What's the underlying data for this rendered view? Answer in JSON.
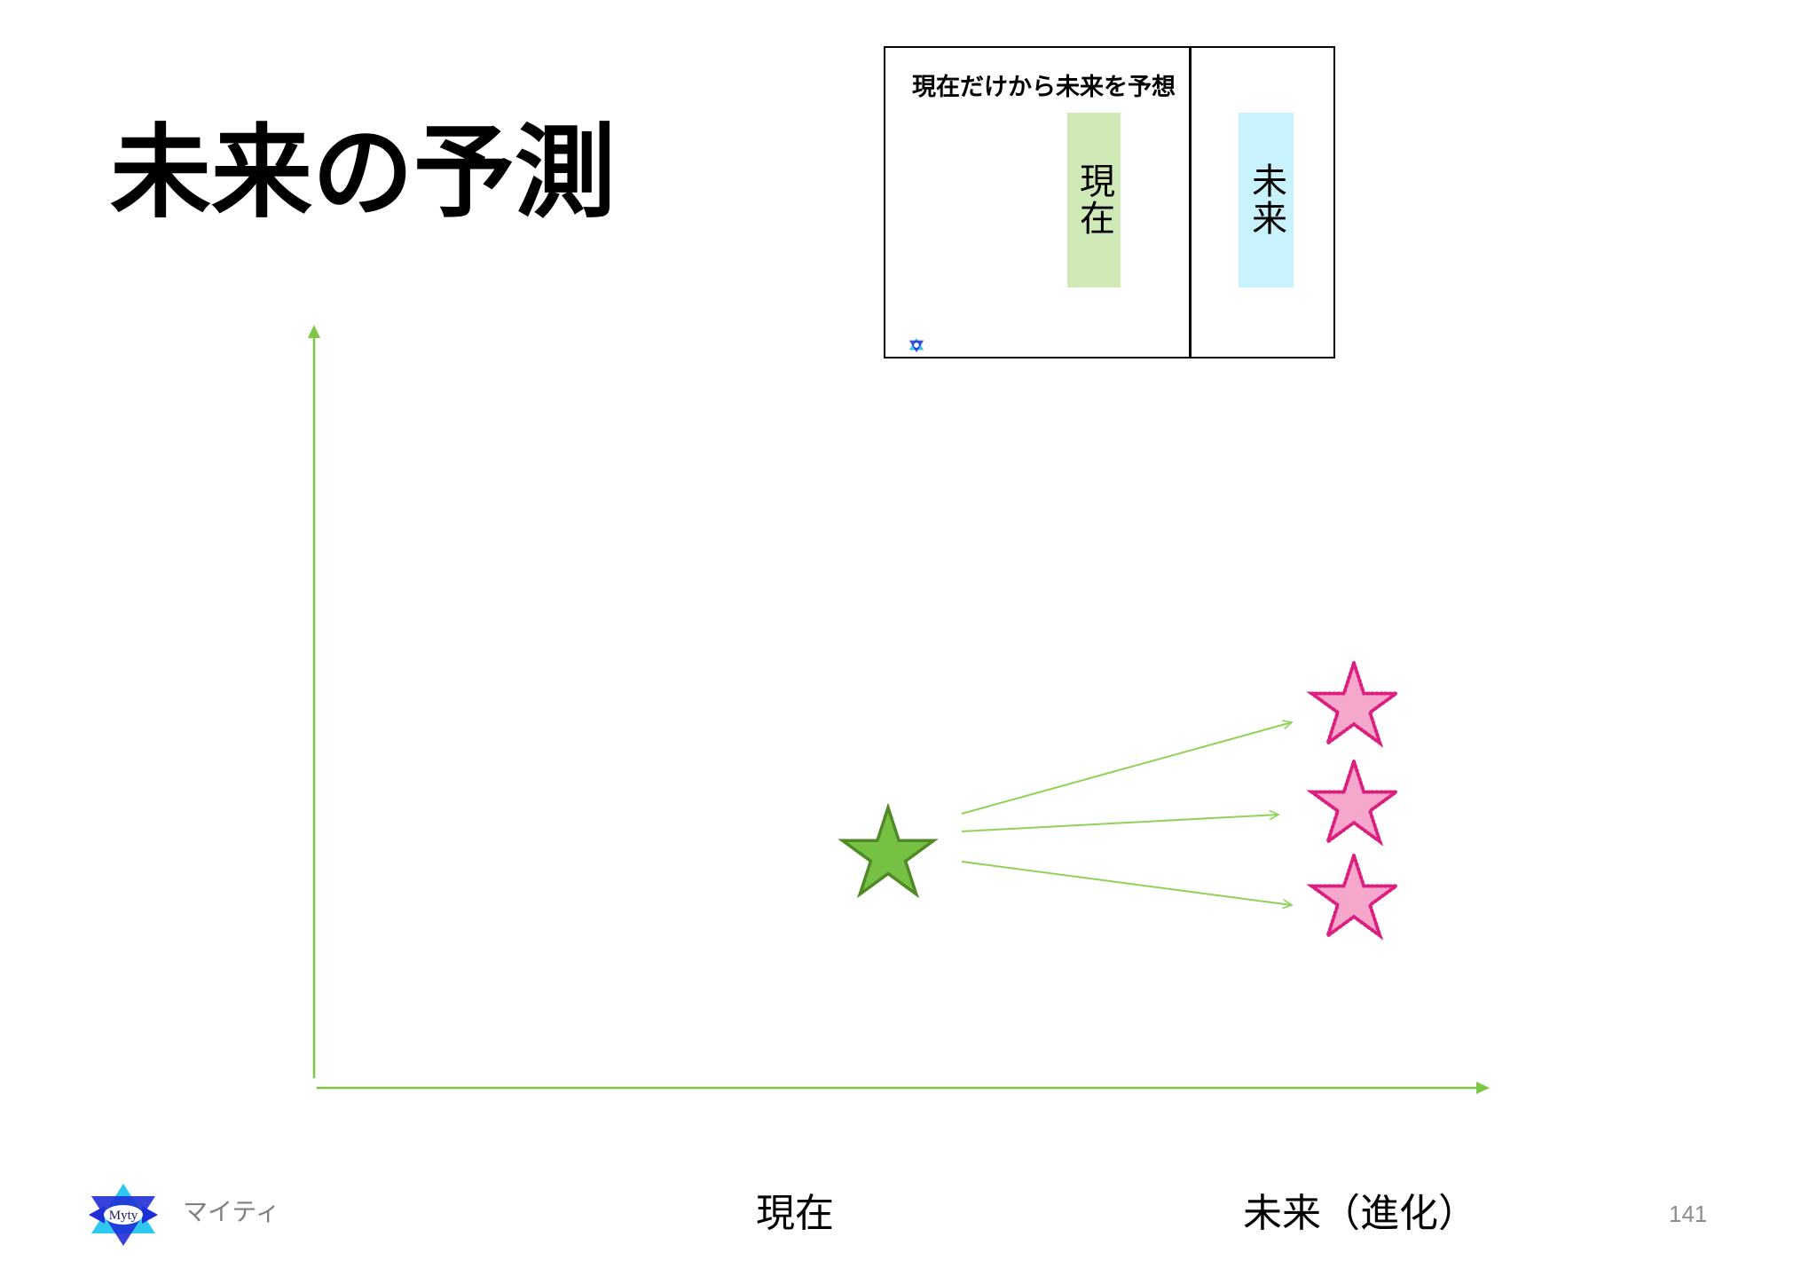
{
  "slide": {
    "title": "未来の予測",
    "page_number": "141"
  },
  "inset": {
    "caption": "現在だけから未来を予想",
    "present_label": "現在",
    "future_label": "未来",
    "corner_icon": "myty-logo-icon"
  },
  "diagram": {
    "x_labels": {
      "present": "現在",
      "future": "未来（進化）"
    },
    "present_marker": "green-star-icon",
    "future_markers": [
      "pink-star-icon",
      "pink-star-icon",
      "pink-star-icon"
    ],
    "arrow_count": 3
  },
  "footer": {
    "brand": "マイティ",
    "logo_text": "Myty",
    "logo_icon": "myty-logo-icon"
  },
  "colors": {
    "axis": "#7ec645",
    "arrow": "#8fd257",
    "present_star_fill": "#76c043",
    "present_star_outline": "#4f8a26",
    "future_star_fill": "#f5a7cc",
    "future_star_outline": "#dc1f7f",
    "inset_present_bg": "#cfe9b7",
    "inset_future_bg": "#c8f3fc",
    "logo_dark": "#1f2fd6",
    "logo_light": "#2ec8f0"
  }
}
